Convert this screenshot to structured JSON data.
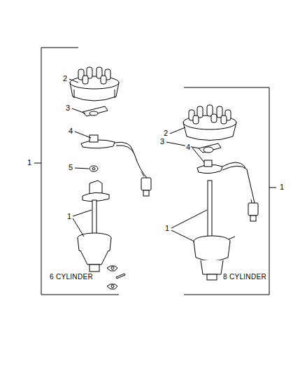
{
  "diagram": {
    "labels": [
      "1",
      "2",
      "3",
      "4",
      "5",
      "1",
      "6 CYLINDER",
      "2",
      "3",
      "4",
      "1",
      "8 CYLINDER",
      "1"
    ]
  }
}
